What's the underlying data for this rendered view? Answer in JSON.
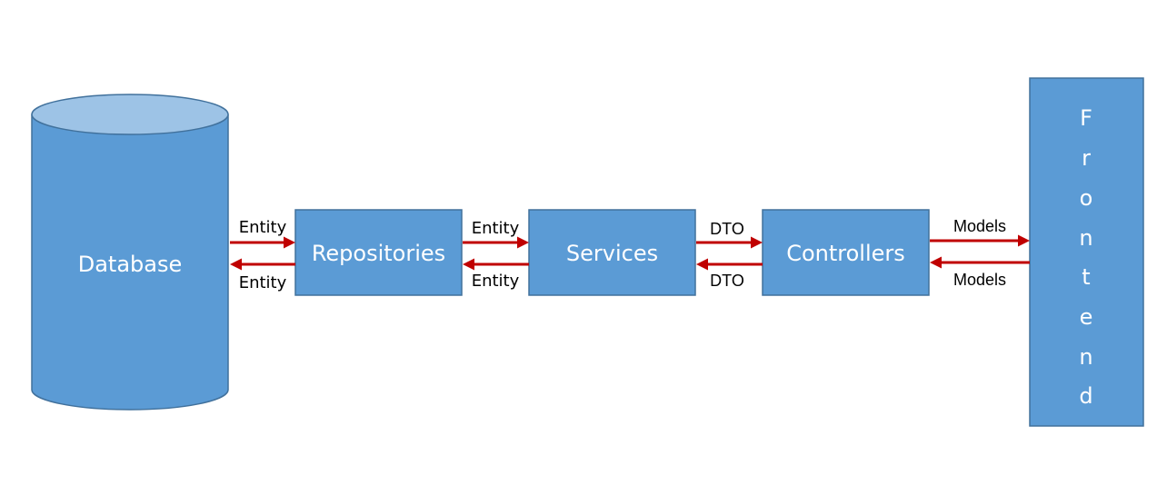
{
  "nodes": {
    "database": {
      "label": "Database"
    },
    "repositories": {
      "label": "Repositories"
    },
    "services": {
      "label": "Services"
    },
    "controllers": {
      "label": "Controllers"
    },
    "frontend": {
      "letters": [
        "F",
        "r",
        "o",
        "n",
        "t",
        "e",
        "n",
        "d"
      ]
    }
  },
  "edges": {
    "db_repo": {
      "forward_label": "Entity",
      "backward_label": "Entity"
    },
    "repo_services": {
      "forward_label": "Entity",
      "backward_label": "Entity"
    },
    "services_controllers": {
      "forward_label": "DTO",
      "backward_label": "DTO"
    },
    "controllers_frontend": {
      "forward_label": "Models",
      "backward_label": "Models"
    }
  },
  "colors": {
    "node_fill": "#5b9bd5",
    "node_stroke": "#41719c",
    "cylinder_top": "#9dc3e6",
    "arrow": "#c00000"
  }
}
